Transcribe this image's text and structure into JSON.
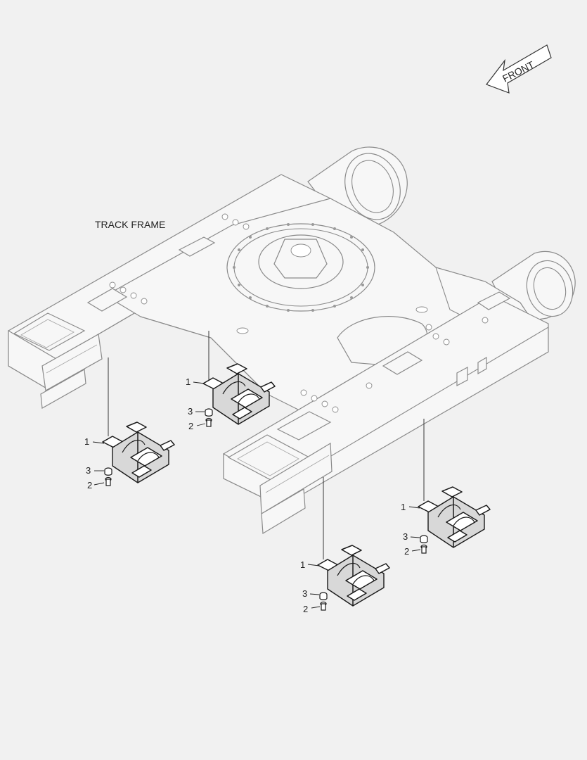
{
  "diagram": {
    "title": "TRACK FRAME",
    "direction_label": "FRONT",
    "callouts": [
      {
        "id": "a",
        "labels": [
          "1",
          "3",
          "2"
        ]
      },
      {
        "id": "b",
        "labels": [
          "1",
          "3",
          "2"
        ]
      },
      {
        "id": "c",
        "labels": [
          "1",
          "3",
          "2"
        ]
      },
      {
        "id": "d",
        "labels": [
          "1",
          "3",
          "2"
        ]
      }
    ]
  }
}
